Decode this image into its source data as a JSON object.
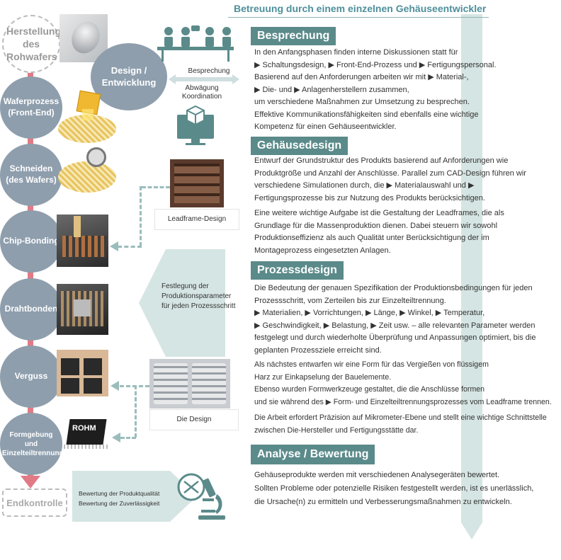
{
  "header": {
    "title": "Betreuung durch einem einzelnen Gehäuseentwickler"
  },
  "process": {
    "start": "Herstellung des Rohwafers",
    "design": "Design / Entwicklung",
    "steps": [
      "Waferprozess (Front-End)",
      "Schneiden (des Wafers)",
      "Chip-Bonding",
      "Drahtbonden",
      "Verguss",
      "Formgebung und Einzelteiltrennung"
    ],
    "end": "Endkontrolle"
  },
  "meeting": {
    "line1": "Besprechung",
    "line2": "Abwägung",
    "line3": "Koordination"
  },
  "leadframe": {
    "label": "Leadframe-Design"
  },
  "params": {
    "line1": "Festlegung der",
    "line2": "Produktionsparameter",
    "line3": "für jeden Prozessschritt"
  },
  "mold": {
    "label": "Die Design"
  },
  "quality": {
    "line1": "Bewertung der Produktqualität",
    "line2": "Bewertung der Zuverlässigkeit"
  },
  "chip_brand": "ROHM",
  "sections": {
    "besprechung": {
      "title": "Besprechung",
      "lines": [
        "In den Anfangsphasen finden interne Diskussionen statt für",
        "▶ Schaltungsdesign, ▶ Front-End-Prozess und ▶ Fertigungspersonal.",
        "Basierend auf den Anforderungen arbeiten wir mit ▶ Material-,",
        "▶ Die- und ▶ Anlagenherstellern zusammen,",
        "um verschiedene Maßnahmen zur Umsetzung zu besprechen.",
        "Effektive Kommunikationsfähigkeiten sind ebenfalls eine wichtige",
        "Kompetenz für einen Gehäuseentwickler."
      ]
    },
    "gehaeuse": {
      "title": "Gehäusedesign",
      "para1": [
        "Entwurf der Grundstruktur des Produkts basierend auf Anforderungen wie",
        "Produktgröße und Anzahl der Anschlüsse. Parallel zum CAD-Design führen wir",
        "verschiedene Simulationen durch, die ▶ Materialauswahl und ▶",
        "Fertigungsprozesse bis zur Nutzung des Produkts berücksichtigen."
      ],
      "para2": [
        "Eine weitere wichtige Aufgabe ist die Gestaltung der Leadframes, die als",
        "Grundlage für die Massenproduktion dienen. Dabei steuern wir sowohl",
        "Produktionseffizienz als auch Qualität unter Berücksichtigung der im",
        "Montageprozess eingesetzten Anlagen."
      ]
    },
    "prozess": {
      "title": "Prozessdesign",
      "para1": [
        "Die Bedeutung der genauen Spezifikation der Produktionsbedingungen für jeden",
        "Prozessschritt, vom Zerteilen bis zur Einzelteiltrennung.",
        "▶ Materialien, ▶ Vorrichtungen, ▶ Länge, ▶ Winkel, ▶ Temperatur,",
        "▶ Geschwindigkeit, ▶ Belastung, ▶ Zeit usw. – alle relevanten Parameter werden",
        "festgelegt und durch wiederholte Überprüfung und Anpassungen optimiert, bis die",
        "geplanten Prozessziele erreicht sind."
      ],
      "para2": [
        "Als nächstes entwarfen wir eine Form für das Vergießen von flüssigem",
        "Harz zur Einkapselung der Bauelemente.",
        "Ebenso wurden Formwerkzeuge gestaltet, die die Anschlüsse formen",
        "und sie während des ▶ Form- und Einzelteiltrennungsprozesses vom Leadframe trennen."
      ],
      "para3": [
        "Die Arbeit erfordert Präzision auf Mikrometer-Ebene und stellt eine wichtige Schnittstelle",
        "zwischen Die-Hersteller und Fertigungsstätte dar."
      ]
    },
    "analyse": {
      "title": "Analyse / Bewertung",
      "lines": [
        "Gehäuseprodukte werden mit verschiedenen Analysegeräten bewertet.",
        "Sollten Probleme oder potenzielle Risiken festgestellt werden, ist es unerlässlich,",
        "die Ursache(n) zu ermitteln und Verbesserungsmaßnahmen zu entwickeln."
      ]
    }
  },
  "colors": {
    "accent": "#5b8a8a",
    "spine": "#e27a86",
    "circle": "#8e9ead",
    "title": "#4e8f9a",
    "arrow": "#d5e5e3"
  }
}
